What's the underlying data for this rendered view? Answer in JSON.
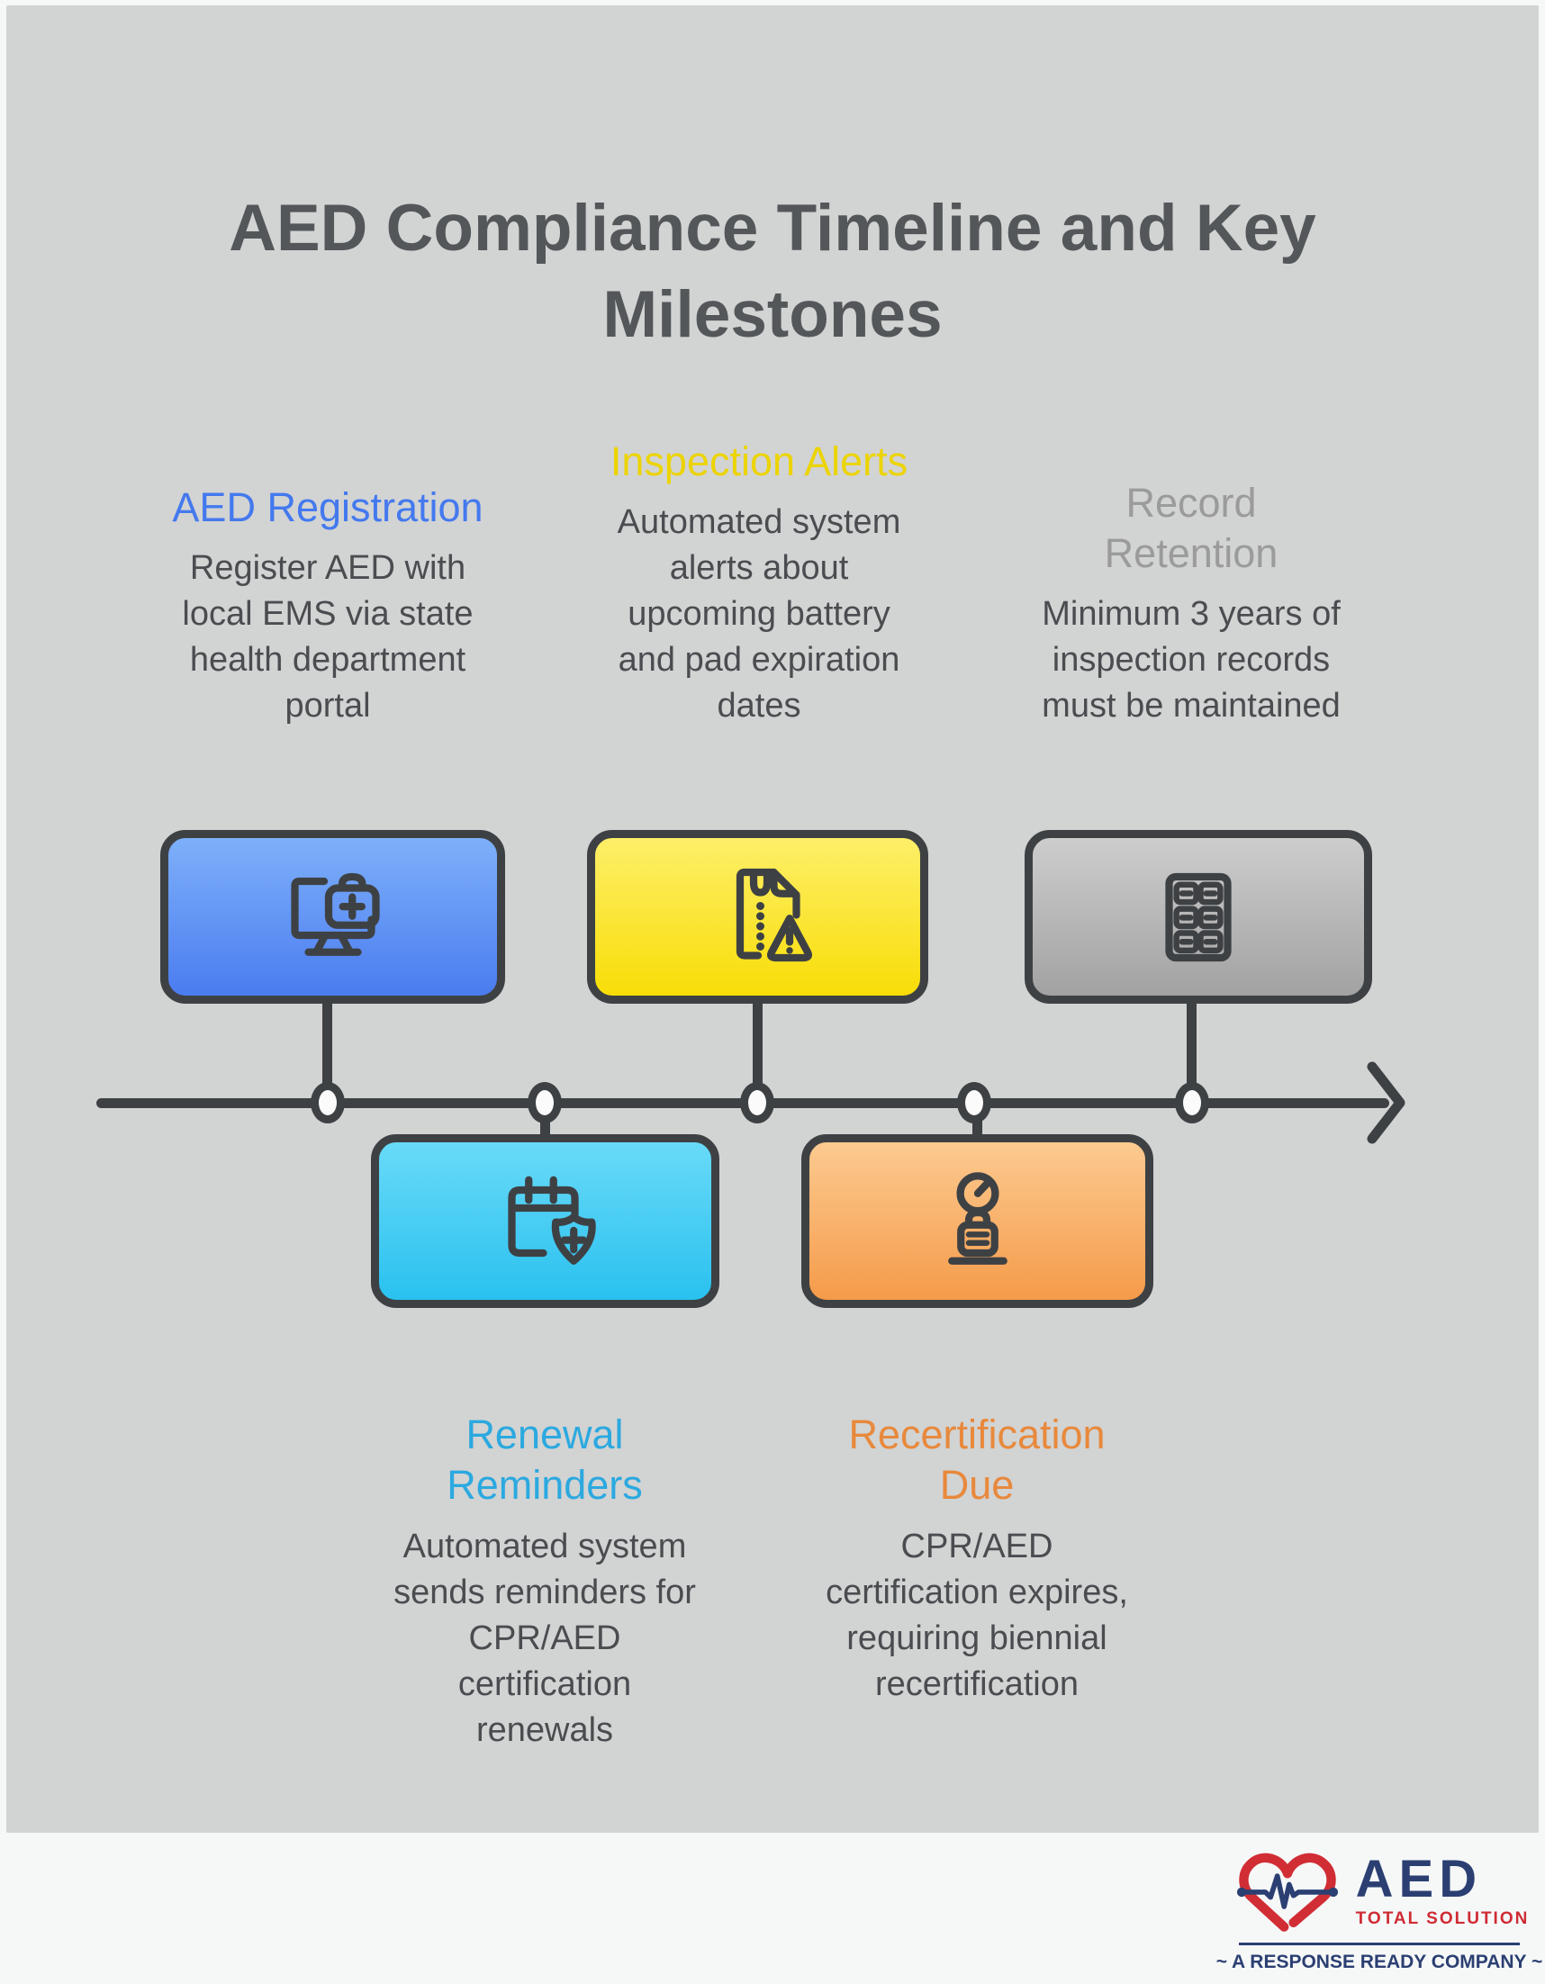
{
  "title": "AED Compliance Timeline and Key Milestones",
  "timeline": {
    "direction": "right",
    "node_count": 5
  },
  "milestones": [
    {
      "id": "aed-registration",
      "label": "AED Registration",
      "description": "Register AED with local EMS via state health department portal",
      "accent": "#4479ee",
      "box_gradient": [
        "#7db0fa",
        "#4b7cf0"
      ],
      "icon": "monitor-medical-icon",
      "position": "above-timeline"
    },
    {
      "id": "inspection-alerts",
      "label": "Inspection Alerts",
      "description": "Automated system alerts about upcoming battery and pad expiration dates",
      "accent": "#ecd402",
      "box_gradient": [
        "#fdef69",
        "#f8dd07"
      ],
      "icon": "zip-file-warning-icon",
      "position": "above-timeline"
    },
    {
      "id": "record-retention",
      "label": "Record Retention",
      "description": "Minimum 3 years of inspection records must be maintained",
      "accent": "#9b9b9b",
      "box_gradient": [
        "#cdcdcd",
        "#a2a2a3"
      ],
      "icon": "archive-drawers-icon",
      "position": "above-timeline"
    },
    {
      "id": "renewal-reminders",
      "label": "Renewal Reminders",
      "description": "Automated system sends reminders for CPR/AED certification renewals",
      "accent": "#2ba9e0",
      "box_gradient": [
        "#69daf8",
        "#2ac1ef"
      ],
      "icon": "calendar-shield-icon",
      "position": "below-timeline"
    },
    {
      "id": "recertification-due",
      "label": "Recertification Due",
      "description": "CPR/AED certification expires, requiring biennial recertification",
      "accent": "#e8893c",
      "box_gradient": [
        "#fcca90",
        "#f59b4a"
      ],
      "icon": "stamp-clock-icon",
      "position": "below-timeline"
    }
  ],
  "logo": {
    "name": "AED",
    "subtitle": "TOTAL SOLUTION",
    "tagline": "~ A RESPONSE READY COMPANY ~",
    "colors": {
      "navy": "#2b3f72",
      "red": "#cf2b34"
    }
  }
}
